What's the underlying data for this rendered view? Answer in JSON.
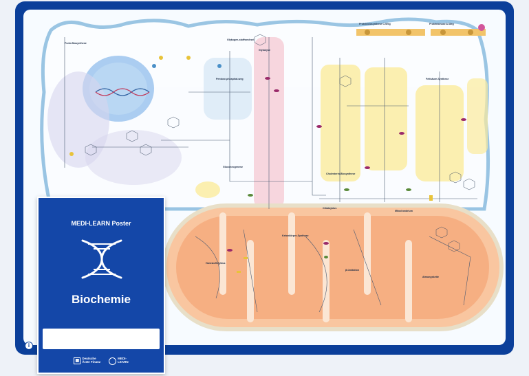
{
  "cover": {
    "series": "MEDI-LEARN Poster",
    "title": "Biochemie",
    "logo_left": "Deutsche Ärzte Finanz",
    "logo_left_line1": "Deutsche",
    "logo_left_line2": "Ärzte Finanz",
    "logo_right_line1": "MEDI-",
    "logo_right_line2": "LEARN"
  },
  "poster": {
    "labels": {
      "top_right_a": "Proteinbiosynthese C-Weg",
      "top_right_b": "Proteinkinase A-Weg",
      "purine": "Purin-Biosynthese",
      "pentose": "Pentose-phosphat-weg",
      "glycolysis": "Glykolyse",
      "gluconeo": "Gluconeogenese",
      "glycogen": "Glykogen-stoffwechsel",
      "fat": "Fettsäure-Synthese",
      "cholesterol": "Cholesterin-Biosynthese",
      "citrate": "Citratzyklus",
      "urea": "Harnstoff-Zyklus",
      "beta_ox": "β-Oxidation",
      "resp": "Atmungskette",
      "glutamate": "Ketonkörper-Synthese",
      "mito_inner": "Mitochondrium"
    }
  },
  "colors": {
    "frame": "#0b3f9a",
    "cover": "#1447a8",
    "mito": "#f4a778",
    "yellow": "#fbeb9c",
    "pink": "#f4b6c2",
    "nucleus": "#9cc4ee"
  }
}
